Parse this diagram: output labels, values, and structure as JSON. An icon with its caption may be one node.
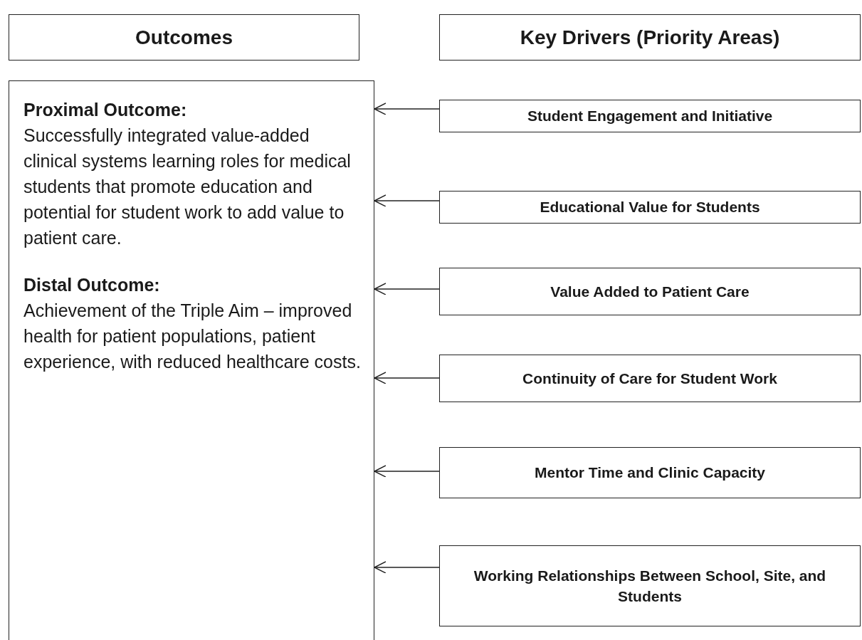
{
  "diagram": {
    "nodes": [
      {
        "text": [
          "Outcomes"
        ]
      },
      {
        "text": [
          "Key Drivers (Priority Areas)"
        ]
      },
      {
        "text": [
          "Proximal Outcome:",
          "Successfully integrated value-added clinical systems learning roles for medical students that promote education and potential for student work to add value to patient care.",
          "Distal Outcome:",
          "Achievement of the Triple Aim – improved health for patient populations, patient experience, with reduced healthcare costs."
        ]
      },
      {
        "text": [
          "Student Engagement and Initiative"
        ]
      },
      {
        "text": [
          "Educational Value for Students"
        ]
      },
      {
        "text": [
          "Value Added to Patient Care"
        ]
      },
      {
        "text": [
          "Continuity of Care for Student Work"
        ]
      },
      {
        "text": [
          "Mentor Time and Clinic Capacity"
        ]
      },
      {
        "text": [
          "Working Relationships Between School, Site, and Students"
        ]
      }
    ],
    "edges": [
      {
        "from": 3,
        "to": 2,
        "arrow": "to"
      },
      {
        "from": 4,
        "to": 2,
        "arrow": "to"
      },
      {
        "from": 5,
        "to": 2,
        "arrow": "to"
      },
      {
        "from": 6,
        "to": 2,
        "arrow": "to"
      },
      {
        "from": 7,
        "to": 2,
        "arrow": "to"
      },
      {
        "from": 8,
        "to": 2,
        "arrow": "to"
      }
    ]
  }
}
